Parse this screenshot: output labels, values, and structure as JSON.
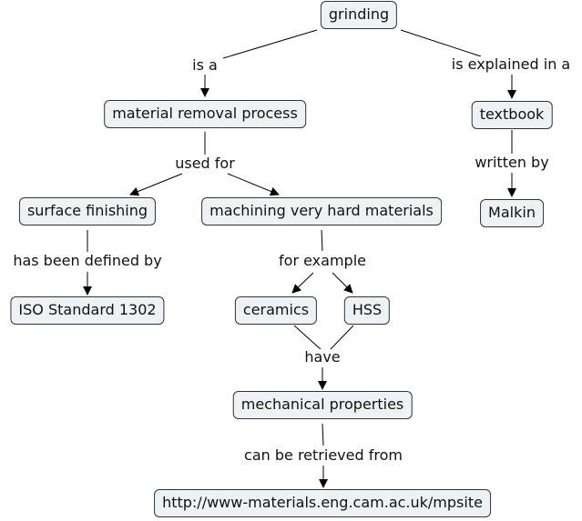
{
  "concept_map": {
    "nodes": {
      "grinding": "grinding",
      "material_removal_process": "material removal process",
      "textbook": "textbook",
      "malkin": "Malkin",
      "surface_finishing": "surface finishing",
      "machining_very_hard_materials": "machining very hard materials",
      "iso_standard": "ISO Standard 1302",
      "ceramics": "ceramics",
      "hss": "HSS",
      "mechanical_properties": "mechanical properties",
      "url": "http://www-materials.eng.cam.ac.uk/mpsite"
    },
    "link_labels": {
      "is_a": "is a",
      "is_explained_in_a": "is explained in a",
      "used_for": "used for",
      "written_by": "written by",
      "has_been_defined_by": "has been defined by",
      "for_example": "for example",
      "have": "have",
      "can_be_retrieved_from": "can be retrieved from"
    },
    "relations": [
      {
        "from": "grinding",
        "label": "is a",
        "to": "material removal process"
      },
      {
        "from": "grinding",
        "label": "is explained in a",
        "to": "textbook"
      },
      {
        "from": "material removal process",
        "label": "used for",
        "to": "surface finishing"
      },
      {
        "from": "material removal process",
        "label": "used for",
        "to": "machining very hard materials"
      },
      {
        "from": "textbook",
        "label": "written by",
        "to": "Malkin"
      },
      {
        "from": "surface finishing",
        "label": "has been defined by",
        "to": "ISO Standard 1302"
      },
      {
        "from": "machining very hard materials",
        "label": "for example",
        "to": "ceramics"
      },
      {
        "from": "machining very hard materials",
        "label": "for example",
        "to": "HSS"
      },
      {
        "from": "ceramics",
        "label": "have",
        "to": "mechanical properties"
      },
      {
        "from": "HSS",
        "label": "have",
        "to": "mechanical properties"
      },
      {
        "from": "mechanical properties",
        "label": "can be retrieved from",
        "to": "http://www-materials.eng.cam.ac.uk/mpsite"
      }
    ],
    "colors": {
      "node_fill": "#edf3f5",
      "node_border": "#333333",
      "line": "#000000"
    }
  }
}
